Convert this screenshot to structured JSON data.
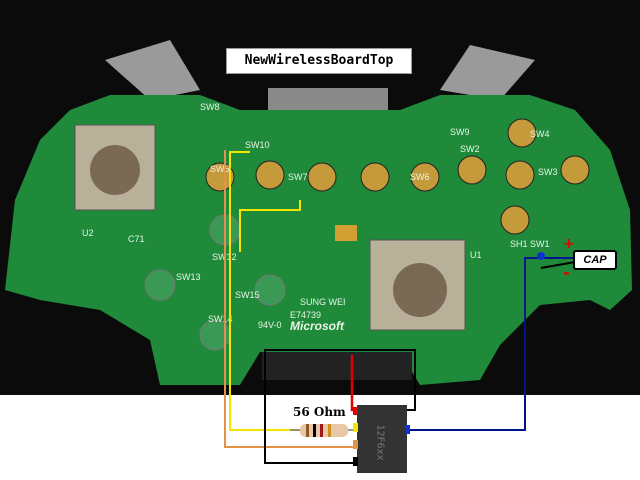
{
  "title": "NewWirelessBoardTop",
  "resistor_label": "56 Ohm",
  "cap_label": "CAP",
  "cap_plus": "+",
  "cap_minus": "-",
  "chip_label": "12F6xx",
  "board_labels": {
    "sw1": "SW1",
    "sw2": "SW2",
    "sw3": "SW3",
    "sw4": "SW4",
    "sw5": "SW5",
    "sw6": "SW6",
    "sw7": "SW7",
    "sw8": "SW8",
    "sw9": "SW9",
    "sw10": "SW10",
    "sw12": "SW12",
    "sw13": "SW13",
    "sw14": "SW14",
    "sw15": "SW15",
    "u1": "U1",
    "u2": "U2",
    "c71": "C71",
    "sh1": "SH1",
    "ul": "E74739",
    "rating": "94V-0",
    "brand": "Microsoft",
    "maker": "SUNG WEI"
  },
  "colors": {
    "board": "#1f8a3a",
    "wire_yellow": "#f2e600",
    "wire_orange": "#e0944a",
    "wire_blue": "#00148c",
    "wire_red": "#e00000",
    "wire_black": "#000000"
  }
}
